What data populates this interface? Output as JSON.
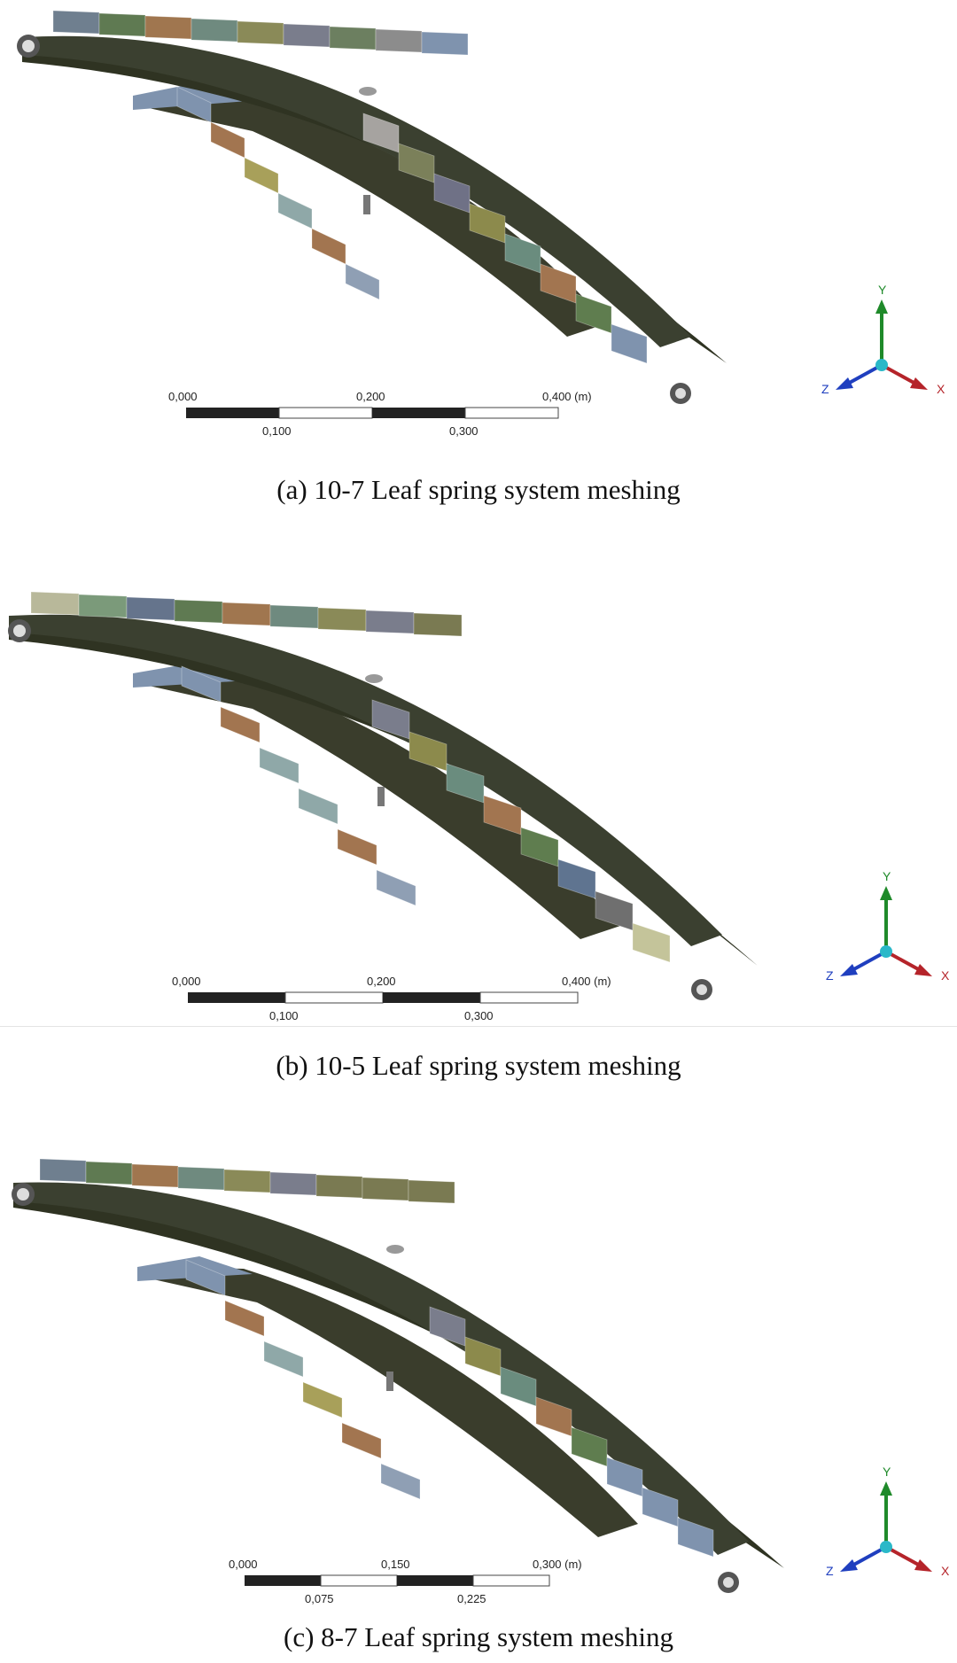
{
  "panels": [
    {
      "id": "a",
      "caption": "(a)  10-7 Leaf spring system meshing",
      "scale_ticks_top": [
        "0,000",
        "0,200",
        "0,400 (m)"
      ],
      "scale_ticks_bottom": [
        "0,100",
        "0,300"
      ],
      "leaf_colors": [
        "#6f7f8f",
        "#5f7a52",
        "#a0764f",
        "#6f8a7f",
        "#8a8a58",
        "#7a7d8c",
        "#6c7f60",
        "#8c8c8c",
        "#7f93ae"
      ],
      "right_colors": [
        "#a6a3a0",
        "#7b805a",
        "#6f7186",
        "#8c8a4c",
        "#6a8c7e",
        "#a27550",
        "#5f7d4f",
        "#7f93ae"
      ],
      "lower_colors": [
        "#7f93ae",
        "#a27550",
        "#a8a05a",
        "#8fa8a8",
        "#a27550",
        "#8f9fb4"
      ]
    },
    {
      "id": "b",
      "caption": "(b) 10-5 Leaf spring system meshing",
      "scale_ticks_top": [
        "0,000",
        "0,200",
        "0,400 (m)"
      ],
      "scale_ticks_bottom": [
        "0,100",
        "0,300"
      ],
      "leaf_colors": [
        "#b8b89a",
        "#7b9a7a",
        "#65748c",
        "#5f7a52",
        "#a0764f",
        "#6f8a7f",
        "#8a8a58",
        "#7a7d8c",
        "#7a7a52"
      ],
      "right_colors": [
        "#7a7d8c",
        "#8c8a4c",
        "#6a8c7e",
        "#a27550",
        "#5f7d4f",
        "#5f7490",
        "#6f6f6f",
        "#c4c49a"
      ],
      "lower_colors": [
        "#7f93ae",
        "#a27550",
        "#8fa8a8",
        "#8fa8a8",
        "#a27550",
        "#8f9fb4"
      ]
    },
    {
      "id": "c",
      "caption": "(c) 8-7 Leaf spring system meshing",
      "scale_ticks_top": [
        "0,000",
        "0,150",
        "0,300 (m)"
      ],
      "scale_ticks_bottom": [
        "0,075",
        "0,225"
      ],
      "leaf_colors": [
        "#6f7f8f",
        "#5f7a52",
        "#a0764f",
        "#6f8a7f",
        "#8a8a58",
        "#7a7d8c",
        "#7a7a52",
        "#7a7a52",
        "#7a7a52"
      ],
      "right_colors": [
        "#7a7d8c",
        "#8c8a4c",
        "#6a8c7e",
        "#a27550",
        "#5f7d4f",
        "#7f93ae",
        "#7f93ae",
        "#7f93ae"
      ],
      "lower_colors": [
        "#7f93ae",
        "#a27550",
        "#8fa8a8",
        "#a8a05a",
        "#a27550",
        "#8f9fb4"
      ]
    }
  ],
  "axes": {
    "y_label": "Y",
    "z_label": "Z",
    "x_label": "X",
    "y_color": "#1f8a2a",
    "z_color": "#1f3fbf",
    "x_color": "#b5242a",
    "origin_color": "#2ab8c8"
  }
}
